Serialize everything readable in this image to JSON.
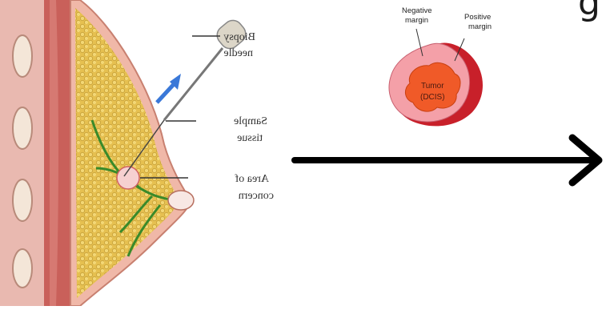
{
  "biopsy_panel": {
    "labels": [
      {
        "key": "needle",
        "line1": "Biopsy",
        "line2": "needle"
      },
      {
        "key": "sample",
        "line1": "Sample",
        "line2": "tissue"
      },
      {
        "key": "concern",
        "line1": "Area of",
        "line2": "concern"
      }
    ]
  },
  "tumor_panel": {
    "negative_margin": {
      "line1": "Negative",
      "line2": "margin"
    },
    "positive_margin": {
      "line1": "Positive",
      "line2": "margin"
    },
    "tumor": {
      "line1": "Tumor",
      "line2": "(DCIS)"
    }
  },
  "corner_text": "g",
  "colors": {
    "tissue_yellow": "#e8c45a",
    "skin_pink": "#f0b8a8",
    "tumor_orange": "#f05a28",
    "margin_pink": "#f4a0a8",
    "margin_red": "#c8202a",
    "arrow_needle": "#3a78d8",
    "ducts_green": "#3a8a2a"
  }
}
